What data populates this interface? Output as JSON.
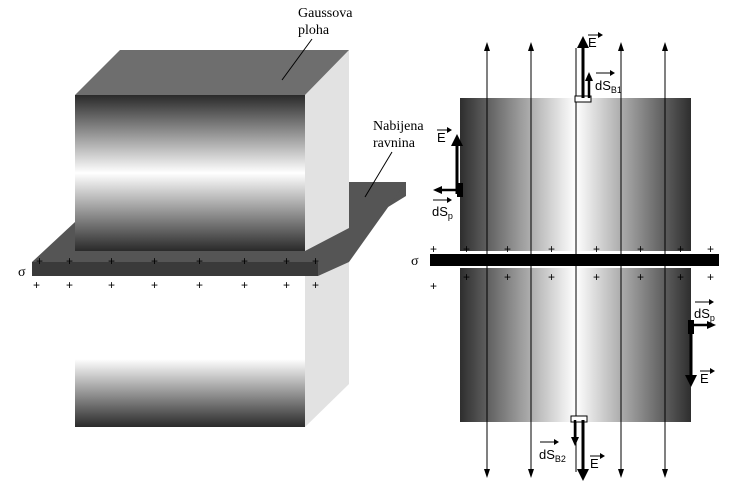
{
  "labels": {
    "gauss_line1": "Gaussova",
    "gauss_line2": "ploha",
    "plane_line1": "Nabijena",
    "plane_line2": "ravnina",
    "sigma_left": "σ",
    "sigma_right": "σ",
    "plus": "+",
    "E": "E",
    "dS": "dS",
    "sub_B1": "B1",
    "sub_B2": "B2",
    "sub_p": "p"
  },
  "colors": {
    "dark": "#3c3c3c",
    "plane_top": "#555555",
    "cube_top": "#6e6e6e",
    "cube_side": "#e0e0e0",
    "black": "#000000"
  }
}
